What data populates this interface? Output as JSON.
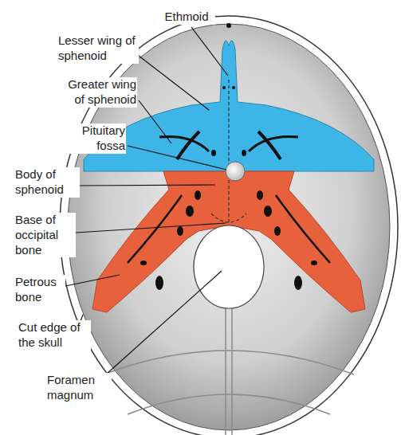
{
  "diagram": {
    "labels": [
      "Ethmoid",
      "Lesser wing of sphenoid",
      "Greater wing of sphenoid",
      "Pituitary fossa",
      "Body of sphenoid",
      "Base of occipital bone",
      "Petrous bone",
      "Cut edge of the skull",
      "Foramen magnum"
    ]
  }
}
